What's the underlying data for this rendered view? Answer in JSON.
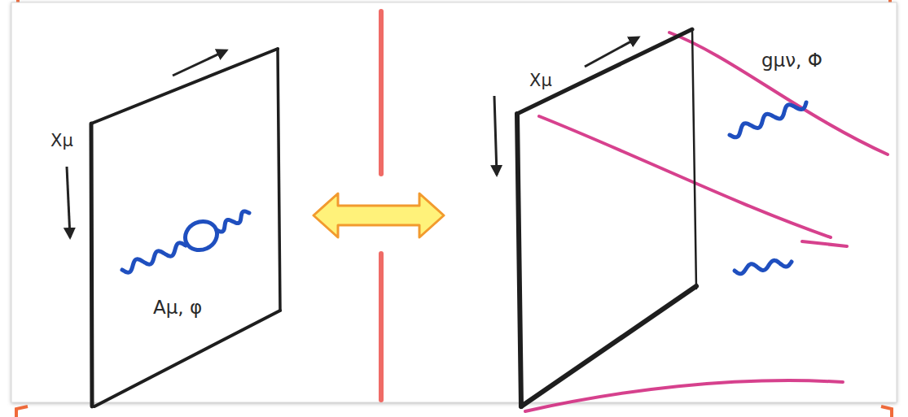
{
  "diagram": {
    "labels": [
      "Xμ",
      "Aμ, φ",
      "Xμ",
      "gμν, Φ"
    ]
  }
}
